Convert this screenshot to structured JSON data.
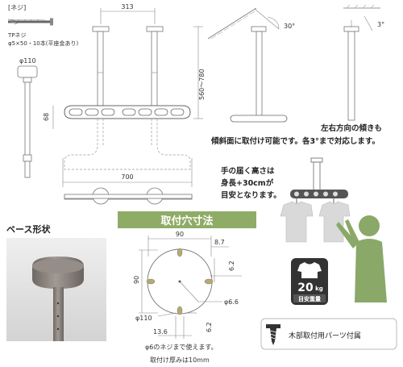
{
  "screw": {
    "label": "[ネジ]",
    "spec_1": "TPネジ",
    "spec_2": "φ5×50・10本(平座金あり)"
  },
  "ceiling_base": {
    "diameter": "φ110"
  },
  "front_view": {
    "top_span": "313",
    "height_range": "560〜780",
    "arm_height": "68",
    "arm_width": "700"
  },
  "angle_view": {
    "slope": "30°",
    "tilt": "3°",
    "note_1": "左右方向の傾きも",
    "note_2": "傾斜面に取付け可能です。各3°まで対応します。"
  },
  "reach": {
    "line_1": "手の届く高さは",
    "line_2": "身長+30cmが",
    "line_3": "目安となります。"
  },
  "base_shape": {
    "title": "ベース形状"
  },
  "mount_holes": {
    "title": "取付穴寸法",
    "dim_90_top": "90",
    "dim_90_side": "90",
    "dim_8_7": "8.7",
    "dim_6_2_a": "6.2",
    "dim_6_6": "φ6.6",
    "dim_110": "φ110",
    "dim_13_6": "13.6",
    "dim_6_2_b": "6.2",
    "note_screw": "φ6のネジまで使えます。",
    "note_thickness": "取付け厚みは10mm"
  },
  "load": {
    "value": "20",
    "unit": "kg",
    "label": "目安重量"
  },
  "wood_parts": {
    "label": "木部取付用パーツ付属"
  },
  "colors": {
    "green_header": "#8fac67",
    "figure_green": "#8aa868",
    "shirt_gray": "#d8d8d8",
    "photo_bg": "#e4e4e4"
  }
}
